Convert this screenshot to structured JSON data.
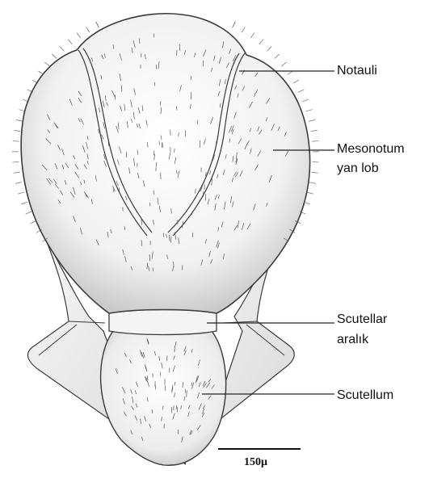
{
  "labels": {
    "notauli": "Notauli",
    "mesonotum_line1": "Mesonotum",
    "mesonotum_line2": "yan lob",
    "scutellar_line1": "Scutellar",
    "scutellar_line2": "aralık",
    "scutellum": "Scutellum"
  },
  "scale_bar": {
    "label": "150μ"
  },
  "colors": {
    "outline": "#3a3a3a",
    "fill": "#f2f2f2",
    "shade": "#bdbdbd",
    "hair": "#555555",
    "leader": "#222222"
  }
}
